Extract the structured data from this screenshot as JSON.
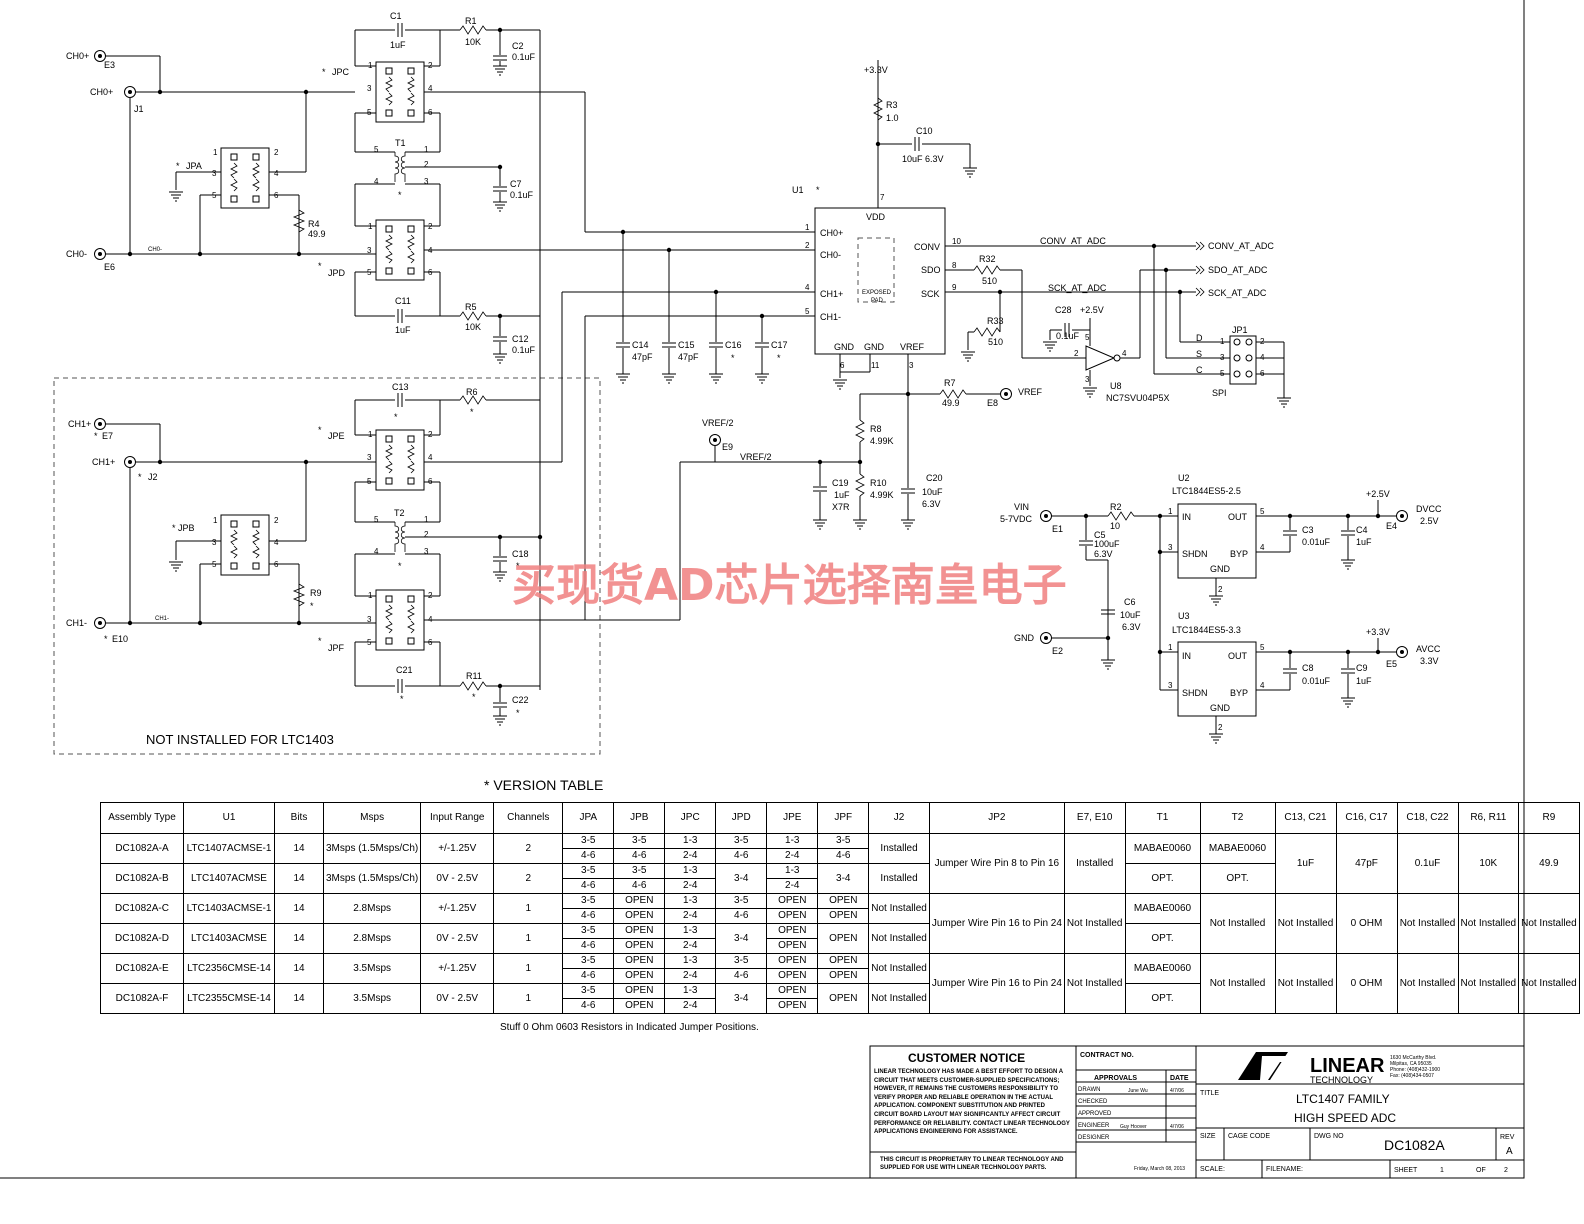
{
  "connectors": {
    "ch0p_e3": "CH0+",
    "e3": "E3",
    "ch0p_j1": "CH0+",
    "j1": "J1",
    "ch0n": "CH0-",
    "e6": "E6",
    "ch0n_net": "CH0-",
    "ch1p_e7": "CH1+",
    "e7": "E7",
    "ch1p_j2": "CH1+",
    "j2": "J2",
    "ch1n": "CH1-",
    "e10": "E10",
    "ch1n_net": "CH1-",
    "vref2": "VREF/2",
    "e9": "E9",
    "vref2_net": "VREF/2",
    "vref": "VREF",
    "e8": "E8",
    "vin": "VIN",
    "vin_range": "5-7VDC",
    "e1": "E1",
    "gnd": "GND",
    "e2": "E2",
    "dvcc": "DVCC",
    "dvcc_v": "2.5V",
    "e4": "E4",
    "avcc": "AVCC",
    "avcc_v": "3.3V",
    "e5": "E5"
  },
  "rails": {
    "p33": "+3.3V",
    "p25a": "+2.5V",
    "p25b": "+2.5V",
    "p33b": "+3.3V"
  },
  "components": {
    "c1": "C1",
    "c1v": "1uF",
    "r1": "R1",
    "r1v": "10K",
    "c2": "C2",
    "c2v": "0.1uF",
    "jpc": "JPC",
    "jpa": "JPA",
    "jpd": "JPD",
    "jpe": "JPE",
    "jpb": "JPB",
    "jpf": "JPF",
    "t1": "T1",
    "c7": "C7",
    "c7v": "0.1uF",
    "r4": "R4",
    "r4v": "49.9",
    "c11": "C11",
    "c11v": "1uF",
    "r5": "R5",
    "r5v": "10K",
    "c12": "C12",
    "c12v": "0.1uF",
    "c13": "C13",
    "r6": "R6",
    "t2": "T2",
    "c18": "C18",
    "r9": "R9",
    "c21": "C21",
    "r11": "R11",
    "c22": "C22",
    "c14": "C14",
    "c14v": "47pF",
    "c15": "C15",
    "c15v": "47pF",
    "c16": "C16",
    "c17": "C17",
    "r3": "R3",
    "r3v": "1.0",
    "c10": "C10",
    "c10v": "10uF  6.3V",
    "u1": "U1",
    "r32": "R32",
    "r32v": "510",
    "r33": "R33",
    "r33v": "510",
    "c28": "C28",
    "c28v": "0.1uF",
    "u8": "U8",
    "u8p": "NC7SVU04P5X",
    "jp1": "JP1",
    "spi": "SPI",
    "d": "D",
    "s": "S",
    "c": "C",
    "r7": "R7",
    "r7v": "49.9",
    "r8": "R8",
    "r8v": "4.99K",
    "r10": "R10",
    "r10v": "4.99K",
    "c19": "C19",
    "c19v": "1uF",
    "c19t": "X7R",
    "c20": "C20",
    "c20v": "10uF",
    "c20t": "6.3V",
    "u2": "U2",
    "u2p": "LTC1844ES5-2.5",
    "u3": "U3",
    "u3p": "LTC1844ES5-3.3",
    "r2": "R2",
    "r2v": "10",
    "c5": "C5",
    "c5v": "100uF",
    "c5t": "6.3V",
    "c6": "C6",
    "c6v": "10uF",
    "c6t": "6.3V",
    "c3": "C3",
    "c3v": "0.01uF",
    "c4": "C4",
    "c4v": "1uF",
    "c8": "C8",
    "c8v": "0.01uF",
    "c9": "C9",
    "c9v": "1uF",
    "star": "*"
  },
  "u1pins": {
    "vdd": "VDD",
    "ch0p": "CH0+",
    "ch0n": "CH0-",
    "ch1p": "CH1+",
    "ch1n": "CH1-",
    "conv": "CONV",
    "sdo": "SDO",
    "sck": "SCK",
    "gnd1": "GND",
    "gnd2": "GND",
    "vref": "VREF",
    "exposed": "EXPOSED",
    "pad": "PAD"
  },
  "ldo": {
    "in": "IN",
    "out": "OUT",
    "shdn": "SHDN",
    "byp": "BYP",
    "gnd": "GND"
  },
  "nets": {
    "conv_at_adc": "CONV_AT_ADC",
    "sck_at_adc": "SCK_AT_ADC",
    "out_conv": "CONV_AT_ADC",
    "out_sdo": "SDO_AT_ADC",
    "out_sck": "SCK_AT_ADC"
  },
  "not_installed": "NOT INSTALLED FOR LTC1403",
  "watermark": "买现货AD芯片选择南皇电子",
  "version_table": {
    "title": "*  VERSION TABLE",
    "headers": [
      "Assembly Type",
      "U1",
      "Bits",
      "Msps",
      "Input Range",
      "Channels",
      "JPA",
      "JPB",
      "JPC",
      "JPD",
      "JPE",
      "JPF",
      "J2",
      "JP2",
      "E7, E10",
      "T1",
      "T2",
      "C13, C21",
      "C16, C17",
      "C18, C22",
      "R6, R11",
      "R9"
    ],
    "rows": [
      {
        "asm": "DC1082A-A",
        "u1": "LTC1407ACMSE-1",
        "bits": "14",
        "msps": "3Msps (1.5Msps/Ch)",
        "range": "+/-1.25V",
        "ch": "2",
        "jpa": [
          "3-5",
          "4-6"
        ],
        "jpb": [
          "3-5",
          "4-6"
        ],
        "jpc": [
          "1-3",
          "2-4"
        ],
        "jpd": [
          "3-5",
          "4-6"
        ],
        "jpe": [
          "1-3",
          "2-4"
        ],
        "jpf": [
          "3-5",
          "4-6"
        ],
        "j2": "Installed",
        "t1": "MABAE0060",
        "t2": "MABAE0060"
      },
      {
        "asm": "DC1082A-B",
        "u1": "LTC1407ACMSE",
        "bits": "14",
        "msps": "3Msps (1.5Msps/Ch)",
        "range": "0V - 2.5V",
        "ch": "2",
        "jpa": [
          "3-5",
          "4-6"
        ],
        "jpb": [
          "3-5",
          "4-6"
        ],
        "jpc": [
          "1-3",
          "2-4"
        ],
        "jpd": [
          "3-4"
        ],
        "jpe": [
          "1-3",
          "2-4"
        ],
        "jpf": [
          "3-4"
        ],
        "j2": "Installed",
        "t1": "OPT.",
        "t2": "OPT."
      },
      {
        "asm": "DC1082A-C",
        "u1": "LTC1403ACMSE-1",
        "bits": "14",
        "msps": "2.8Msps",
        "range": "+/-1.25V",
        "ch": "1",
        "jpa": [
          "3-5",
          "4-6"
        ],
        "jpb": [
          "OPEN",
          "OPEN"
        ],
        "jpc": [
          "1-3",
          "2-4"
        ],
        "jpd": [
          "3-5",
          "4-6"
        ],
        "jpe": [
          "OPEN",
          "OPEN"
        ],
        "jpf": [
          "OPEN",
          "OPEN"
        ],
        "j2": "Not Installed",
        "t1": "MABAE0060"
      },
      {
        "asm": "DC1082A-D",
        "u1": "LTC1403ACMSE",
        "bits": "14",
        "msps": "2.8Msps",
        "range": "0V - 2.5V",
        "ch": "1",
        "jpa": [
          "3-5",
          "4-6"
        ],
        "jpb": [
          "OPEN",
          "OPEN"
        ],
        "jpc": [
          "1-3",
          "2-4"
        ],
        "jpd": [
          "3-4"
        ],
        "jpe": [
          "OPEN",
          "OPEN"
        ],
        "jpf": [
          "OPEN"
        ],
        "j2": "Not Installed",
        "t1": "OPT."
      },
      {
        "asm": "DC1082A-E",
        "u1": "LTC2356CMSE-14",
        "bits": "14",
        "msps": "3.5Msps",
        "range": "+/-1.25V",
        "ch": "1",
        "jpa": [
          "3-5",
          "4-6"
        ],
        "jpb": [
          "OPEN",
          "OPEN"
        ],
        "jpc": [
          "1-3",
          "2-4"
        ],
        "jpd": [
          "3-5",
          "4-6"
        ],
        "jpe": [
          "OPEN",
          "OPEN"
        ],
        "jpf": [
          "OPEN",
          "OPEN"
        ],
        "j2": "Not Installed",
        "t1": "MABAE0060"
      },
      {
        "asm": "DC1082A-F",
        "u1": "LTC2355CMSE-14",
        "bits": "14",
        "msps": "3.5Msps",
        "range": "0V - 2.5V",
        "ch": "1",
        "jpa": [
          "3-5",
          "4-6"
        ],
        "jpb": [
          "OPEN",
          "OPEN"
        ],
        "jpc": [
          "1-3",
          "2-4"
        ],
        "jpd": [
          "3-4"
        ],
        "jpe": [
          "OPEN",
          "OPEN"
        ],
        "jpf": [
          "OPEN"
        ],
        "j2": "Not Installed",
        "t1": "OPT."
      }
    ],
    "groups": [
      {
        "jp2": "Jumper Wire Pin 8 to Pin 16",
        "e7": "Installed",
        "t2": "",
        "c13": "1uF",
        "c16": "47pF",
        "c18": "0.1uF",
        "r6": "10K",
        "r9": "49.9"
      },
      {
        "jp2": "Jumper Wire Pin 16 to Pin 24",
        "e7": "Not Installed",
        "t2": "Not Installed",
        "c13": "Not Installed",
        "c16": "0 OHM",
        "c18": "Not Installed",
        "r6": "Not Installed",
        "r9": "Not Installed"
      },
      {
        "jp2": "Jumper Wire Pin 16 to Pin 24",
        "e7": "Not Installed",
        "t2": "Not Installed",
        "c13": "Not Installed",
        "c16": "0 OHM",
        "c18": "Not Installed",
        "r6": "Not Installed",
        "r9": "Not Installed"
      }
    ],
    "note": "Stuff 0 Ohm 0603 Resistors in Indicated Jumper Positions."
  },
  "title_block": {
    "notice_title": "CUSTOMER NOTICE",
    "notice_text": "LINEAR TECHNOLOGY HAS MADE A BEST EFFORT TO DESIGN A CIRCUIT THAT MEETS CUSTOMER-SUPPLIED SPECIFICATIONS; HOWEVER, IT REMAINS THE CUSTOMERS RESPONSIBILITY TO VERIFY PROPER AND RELIABLE OPERATION IN THE ACTUAL APPLICATION. COMPONENT SUBSTITUTION AND PRINTED CIRCUIT BOARD LAYOUT MAY SIGNIFICANTLY AFFECT CIRCUIT PERFORMANCE OR RELIABILITY. CONTACT LINEAR TECHNOLOGY APPLICATIONS ENGINEERING FOR ASSISTANCE.",
    "proprietary": "THIS CIRCUIT IS PROPRIETARY TO LINEAR TECHNOLOGY AND SUPPLIED FOR USE WITH LINEAR TECHNOLOGY PARTS.",
    "contract": "CONTRACT NO.",
    "approvals": "APPROVALS",
    "date": "DATE",
    "drawn": "DRAWN",
    "drawn_by": "June Wu",
    "drawn_date": "4/7/06",
    "checked": "CHECKED",
    "approved": "APPROVED",
    "engineer": "ENGINEER",
    "engineer_by": "Guy Hoover",
    "engineer_date": "4/7/06",
    "designer": "DESIGNER",
    "date_line": "Friday, March 08, 2013",
    "logo": "LINEAR",
    "logo_sub": "TECHNOLOGY",
    "address": [
      "1630 McCarthy Blvd.",
      "Milpitas, CA 95035",
      "Phone: (408)432-1900",
      "Fax: (408)434-0507"
    ],
    "title_label": "TITLE",
    "title1": "LTC1407 FAMILY",
    "title2": "HIGH SPEED ADC",
    "size": "SIZE",
    "cage": "CAGE CODE",
    "dwg_no": "DWG NO",
    "dwg": "DC1082A",
    "rev": "REV",
    "rev_v": "A",
    "scale": "SCALE:",
    "filename": "FILENAME:",
    "sheet": "SHEET",
    "sheet_v": "1",
    "of": "OF",
    "of_v": "2"
  }
}
